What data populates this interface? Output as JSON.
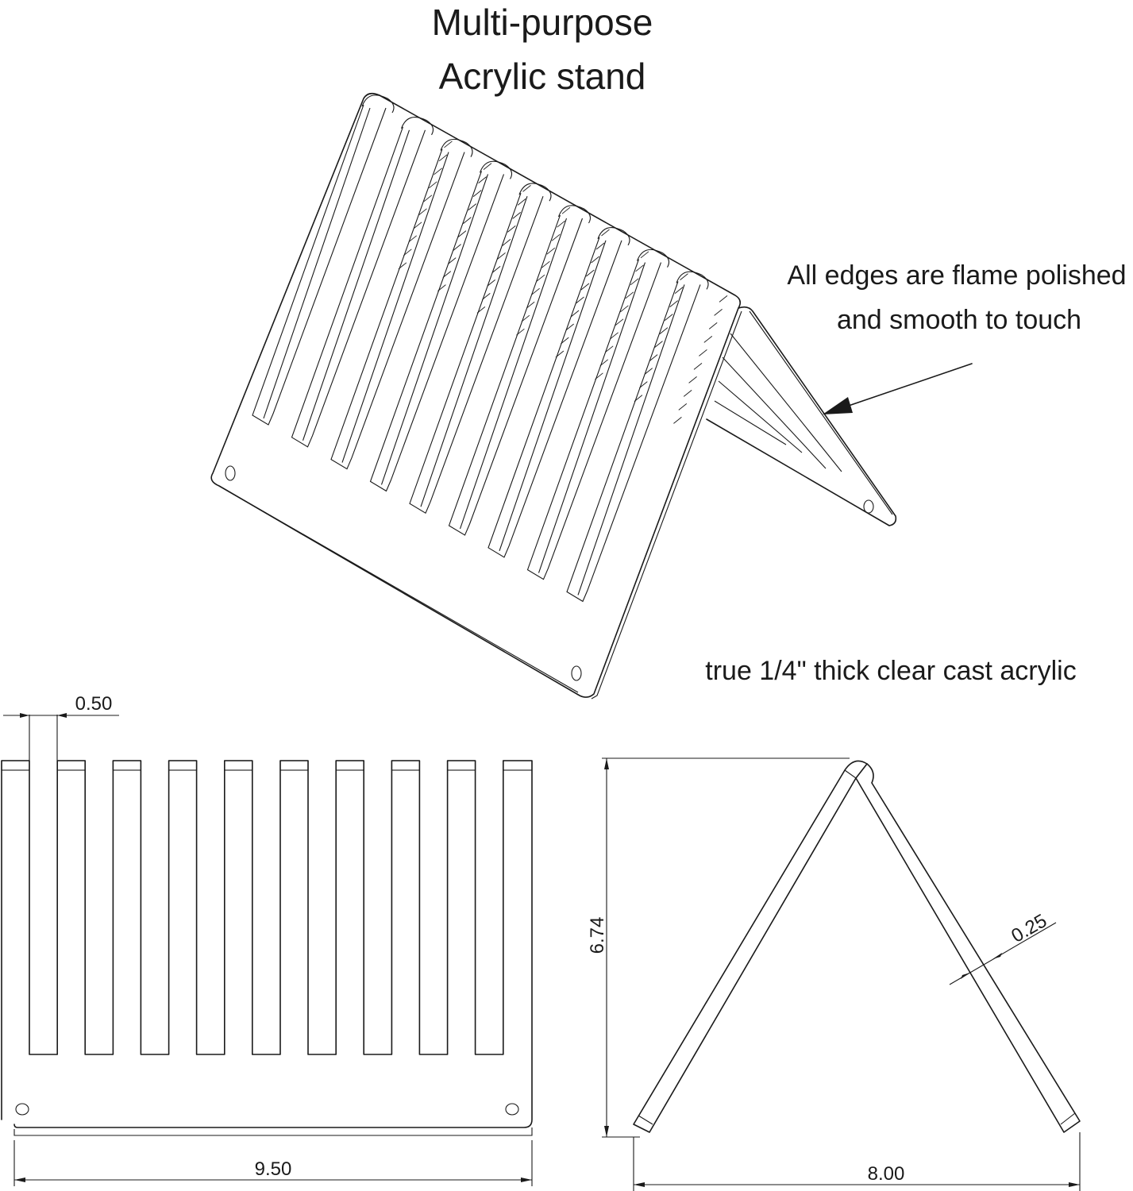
{
  "title": {
    "line1": "Multi-purpose",
    "line2": "Acrylic stand"
  },
  "callouts": {
    "edges_line1": "All edges are flame polished",
    "edges_line2": "and smooth to touch",
    "material": "true 1/4\" thick clear cast acrylic"
  },
  "dimensions": {
    "slot_width": "0.50",
    "panel_width": "9.50",
    "height": "6.74",
    "base_width": "8.00",
    "thickness": "0.25"
  },
  "colors": {
    "line": "#1a1a1a",
    "background": "#ffffff"
  }
}
